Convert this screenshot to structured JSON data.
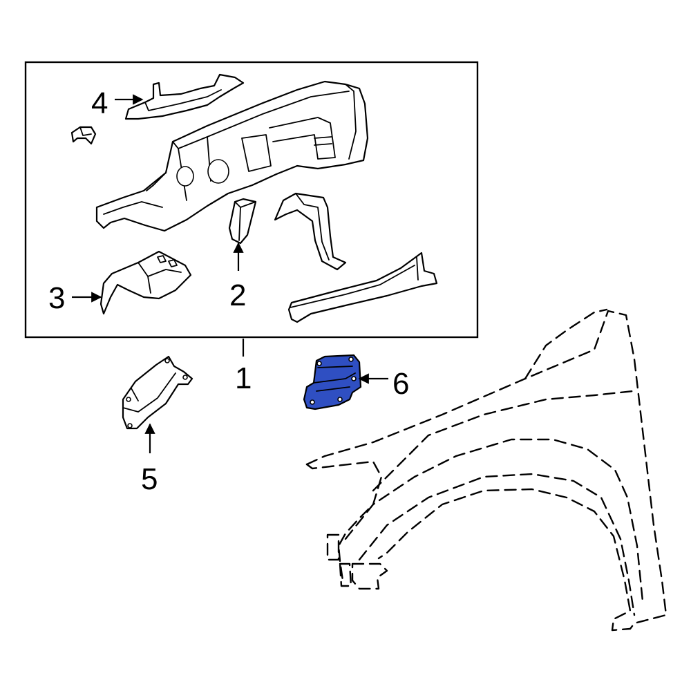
{
  "callouts": {
    "c1": "1",
    "c2": "2",
    "c3": "3",
    "c4": "4",
    "c5": "5",
    "c6": "6"
  },
  "colors": {
    "highlight": "#2f4fc2",
    "line": "#000000",
    "background": "#ffffff"
  }
}
